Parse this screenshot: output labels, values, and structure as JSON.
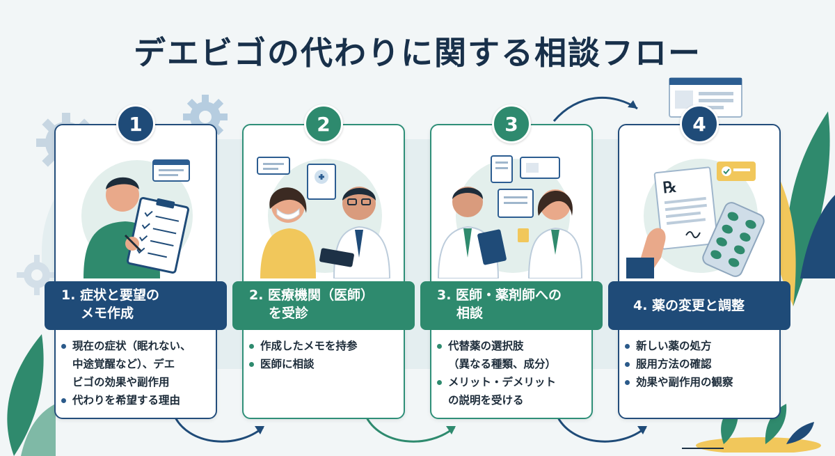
{
  "title": "デエビゴの代わりに関する相談フロー",
  "colors": {
    "navy": "#1f4b78",
    "teal": "#2e8a6e",
    "background": "#f2f6f7"
  },
  "steps": [
    {
      "number": "1",
      "heading_line1": "1. 症状と要望の",
      "heading_line2": "メモ作成",
      "bullets": [
        "現在の症状（眠れない、",
        "中途覚醒など）、デエ",
        "ビゴの効果や副作用",
        "代わりを希望する理由"
      ],
      "bullet_dots": [
        true,
        false,
        false,
        true
      ],
      "illustration": "person-writing-checklist"
    },
    {
      "number": "2",
      "heading_line1": "2. 医療機関（医師）",
      "heading_line2": "を受診",
      "bullets": [
        "作成したメモを持参",
        "医師に相談"
      ],
      "illustration": "patient-and-doctor"
    },
    {
      "number": "3",
      "heading_line1": "3. 医師・薬剤師への",
      "heading_line2": "相談",
      "bullets": [
        "代替薬の選択肢",
        "（異なる種類、成分）",
        "メリット・デメリット",
        "の説明を受ける"
      ],
      "bullet_dots": [
        true,
        false,
        true,
        false
      ],
      "illustration": "doctor-and-pharmacist"
    },
    {
      "number": "4",
      "heading_line1": "4. 薬の変更と調整",
      "heading_line2": "",
      "bullets": [
        "新しい薬の処方",
        "服用方法の確認",
        "効果や副作用の観察"
      ],
      "illustration": "prescription-and-pills"
    }
  ]
}
